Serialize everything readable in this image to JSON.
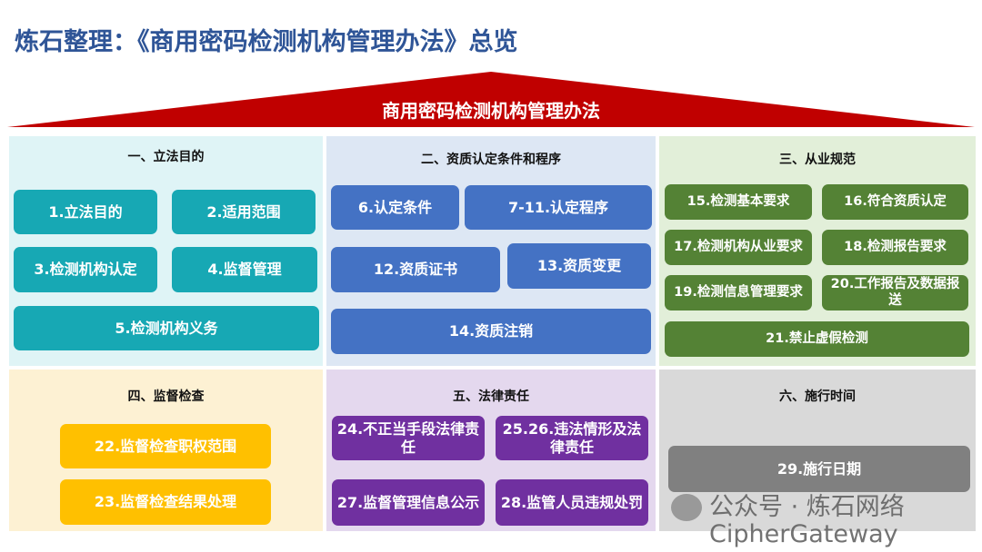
{
  "title": "炼石整理：《商用密码检测机构管理办法》总览",
  "banner": "商用密码检测机构管理办法",
  "colors": {
    "title": "#2f5597",
    "banner": "#c00000"
  },
  "sections": [
    {
      "title": "一、立法目的",
      "items": [
        "1.立法目的",
        "2.适用范围",
        "3.检测机构认定",
        "4.监督管理",
        "5.检测机构义务"
      ]
    },
    {
      "title": "二、资质认定条件和程序",
      "items": [
        "6.认定条件",
        "7-11.认定程序",
        "12.资质证书",
        "13.资质变更",
        "14.资质注销"
      ]
    },
    {
      "title": "三、从业规范",
      "items": [
        "15.检测基本要求",
        "16.符合资质认定",
        "17.检测机构从业要求",
        "18.检测报告要求",
        "19.检测信息管理要求",
        "20.工作报告及数据报送",
        "21.禁止虚假检测"
      ]
    },
    {
      "title": "四、监督检查",
      "items": [
        "22.监督检查职权范围",
        "23.监督检查结果处理"
      ]
    },
    {
      "title": "五、法律责任",
      "items": [
        "24.不正当手段法律责任",
        "25.26.违法情形及法律责任",
        "27.监督管理信息公示",
        "28.监管人员违规处罚"
      ]
    },
    {
      "title": "六、施行时间",
      "items": [
        "29.施行日期"
      ]
    }
  ],
  "watermark": "公众号 · 炼石网络CipherGateway"
}
